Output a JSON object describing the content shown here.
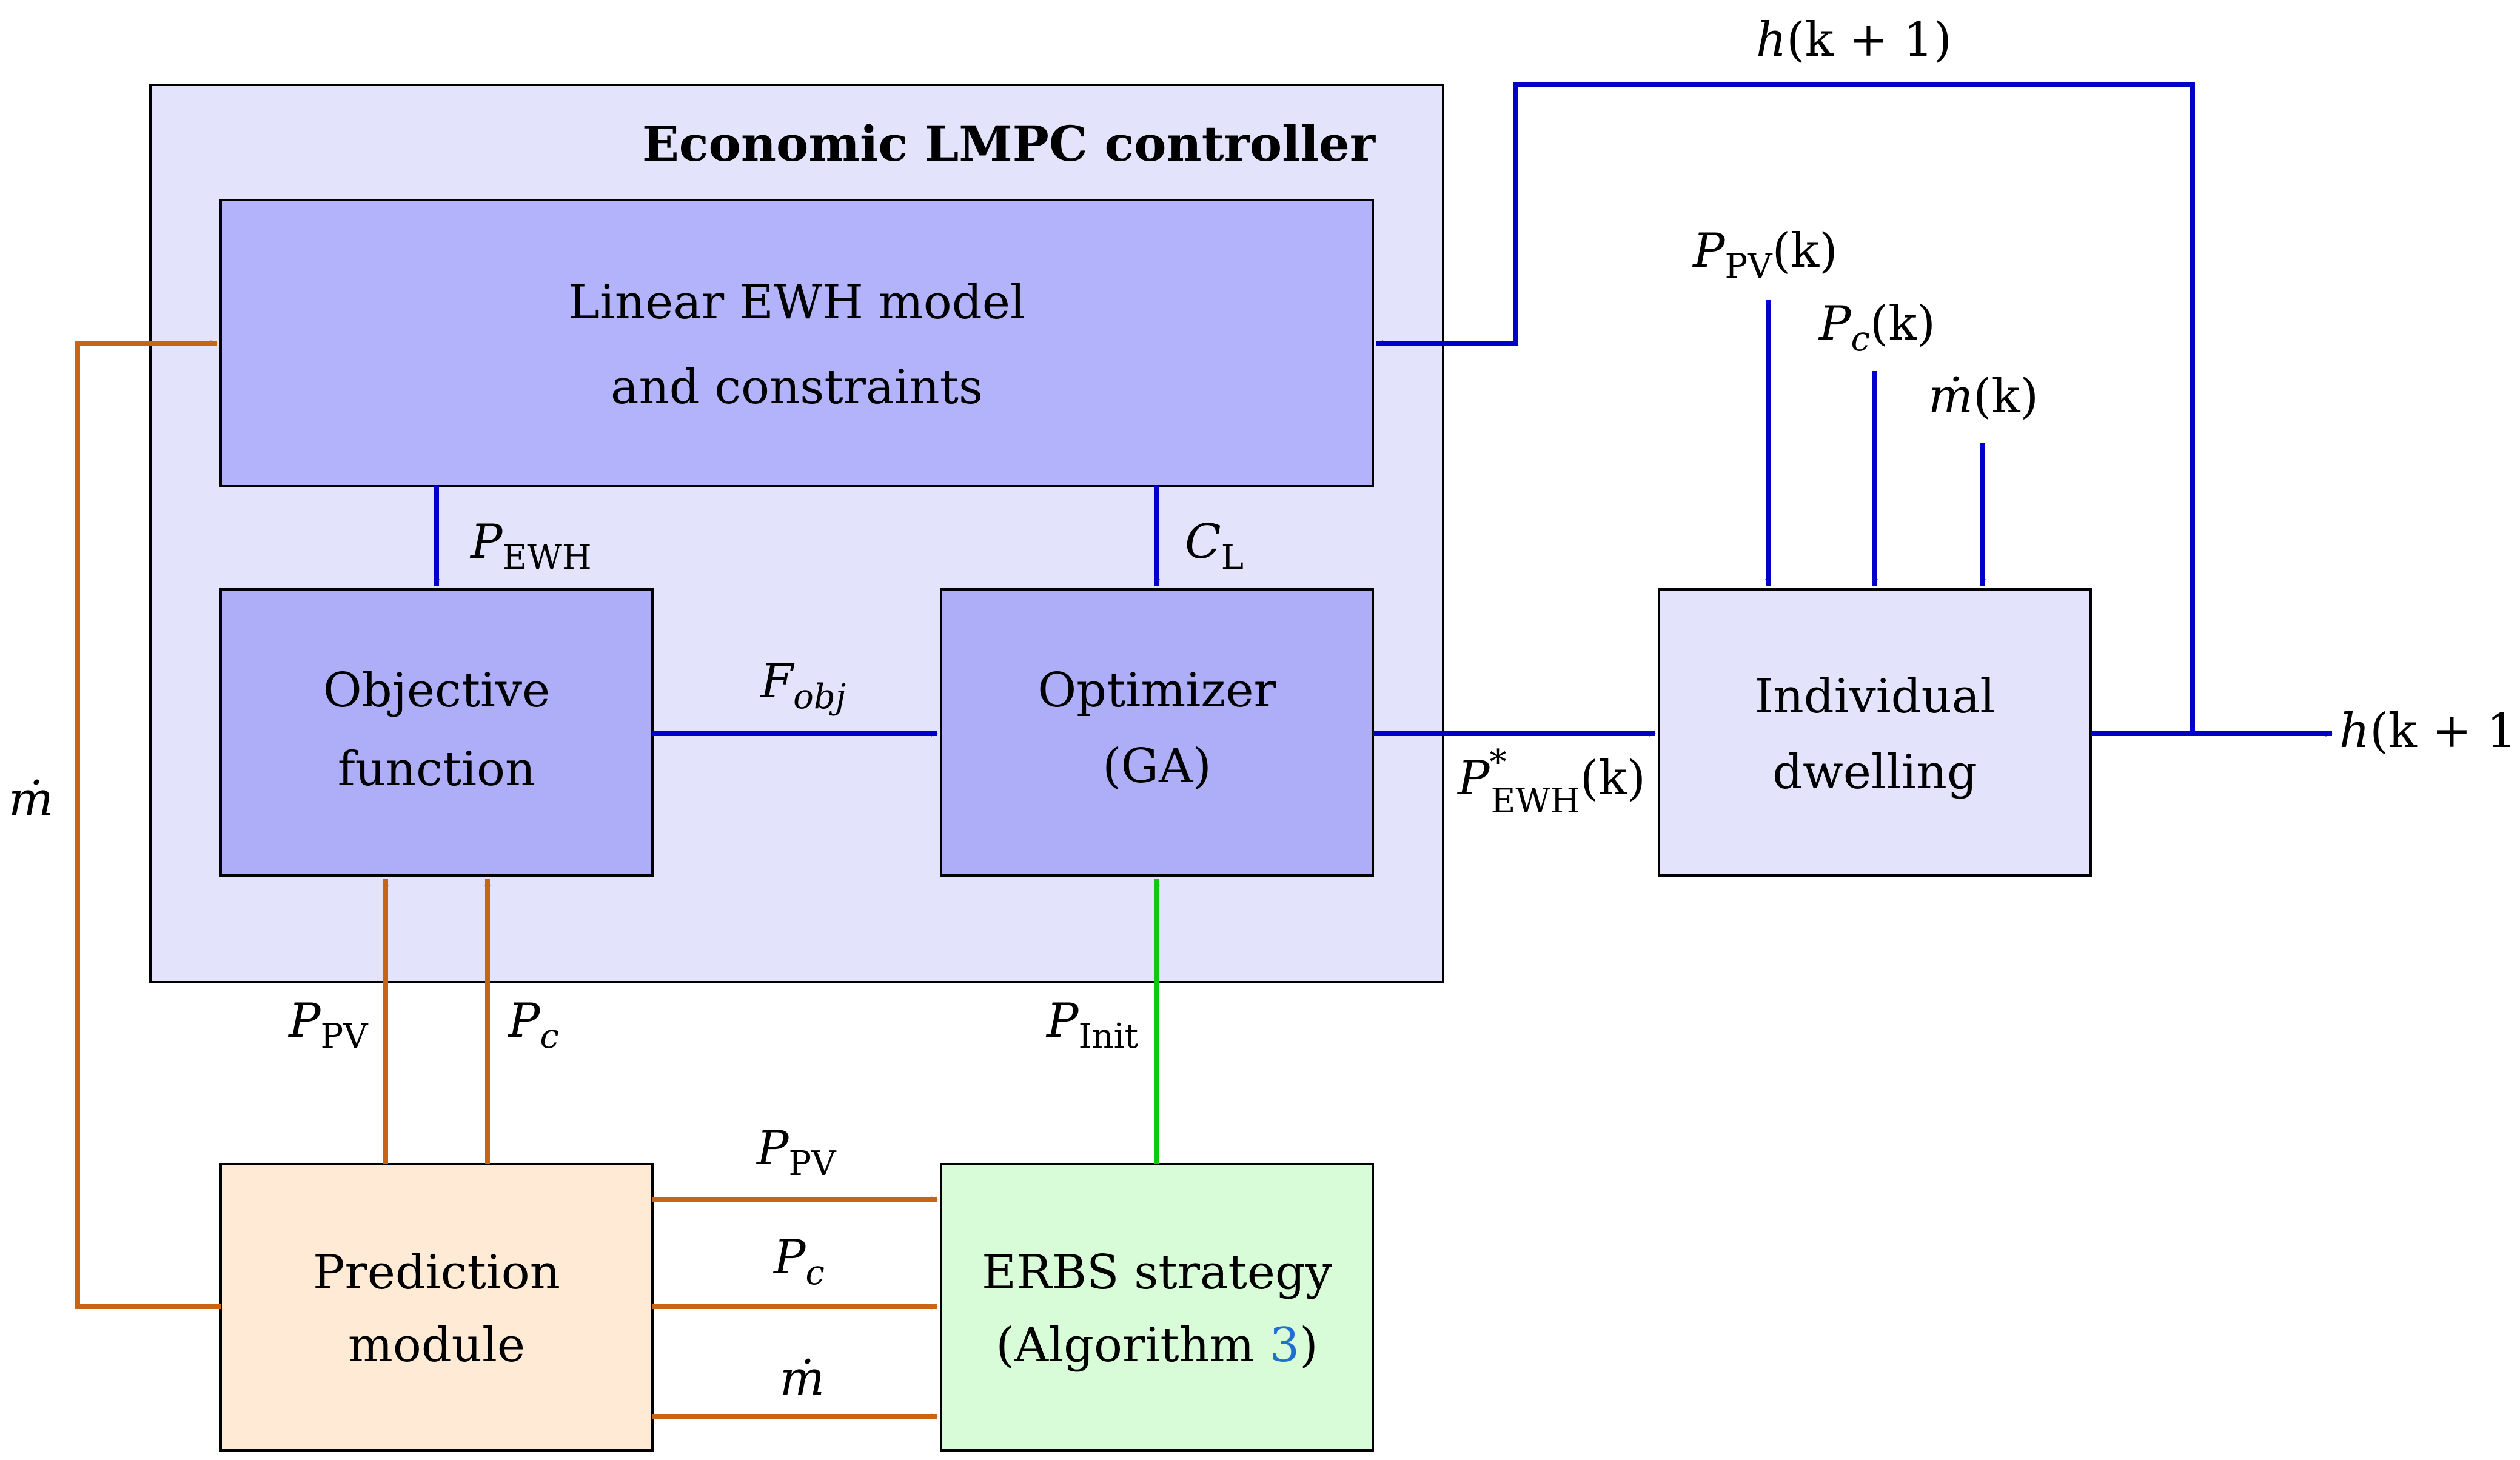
{
  "colors": {
    "controller_fill": "#e3e3fb",
    "model_fill": "#b3b3fb",
    "objective_fill": "#aeaef8",
    "dwelling_fill": "#e3e3fb",
    "prediction_fill": "#ffead6",
    "erbs_fill": "#d8fbd8",
    "blue_arrow": "#0000c8",
    "orange_arrow": "#c86414",
    "green_arrow": "#11c811",
    "reference_link": "#1f6fd0"
  },
  "controller": {
    "title": "Economic LMPC controller"
  },
  "model_box": {
    "line1": "Linear EWH model",
    "line2": "and constraints"
  },
  "objective_box": {
    "line1": "Objective",
    "line2": "function"
  },
  "optimizer_box": {
    "line1": "Optimizer",
    "line2": "(GA)"
  },
  "dwelling_box": {
    "line1": "Individual",
    "line2": "dwelling"
  },
  "prediction_box": {
    "line1": "Prediction",
    "line2": "module"
  },
  "erbs_box": {
    "line1": "ERBS strategy",
    "line2_prefix": "(Algorithm ",
    "line2_ref": "3",
    "line2_suffix": ")"
  },
  "labels": {
    "h": "h",
    "k_plus_1": "(k + 1)",
    "P": "P",
    "C": "C",
    "F": "F",
    "sub_EWH": "EWH",
    "sub_L": "L",
    "sub_obj": "obj",
    "sub_PV": "PV",
    "sub_c": "c",
    "sub_Init": "Init",
    "star": "*",
    "m_dot": "ṁ",
    "k_arg": "(k)"
  }
}
